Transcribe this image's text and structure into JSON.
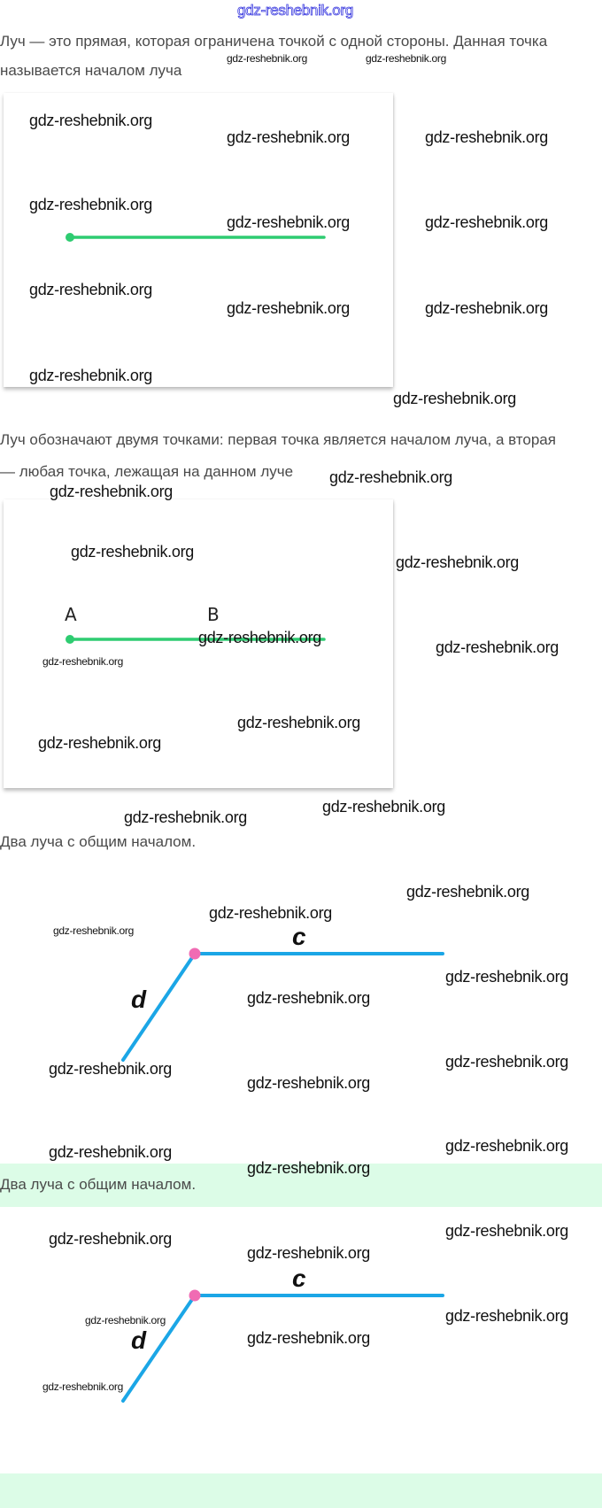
{
  "watermark": "gdz-reshebnik.org",
  "paragraphs": {
    "p1_line1": "Луч — это прямая, которая ограничена точкой с одной стороны. Данная точка",
    "p1_line2": "называется началом луча",
    "p2_line1": "Луч обозначают двумя точками: первая точка является началом луча, а вторая",
    "p2_line2": "— любая точка, лежащая на данном луче",
    "caption1": "Два луча с общим началом.",
    "caption2": "Два луча с общим началом."
  },
  "figure2": {
    "point_a": "A",
    "point_b": "B"
  },
  "figure3": {
    "ray_c": "c",
    "ray_d": "d"
  },
  "figure4": {
    "ray_c": "c",
    "ray_d": "d"
  },
  "colors": {
    "ray_green": "#2ecc71",
    "ray_blue": "#1ba6e6",
    "origin_pink": "#f06bb3",
    "band": "#dcfce7"
  }
}
